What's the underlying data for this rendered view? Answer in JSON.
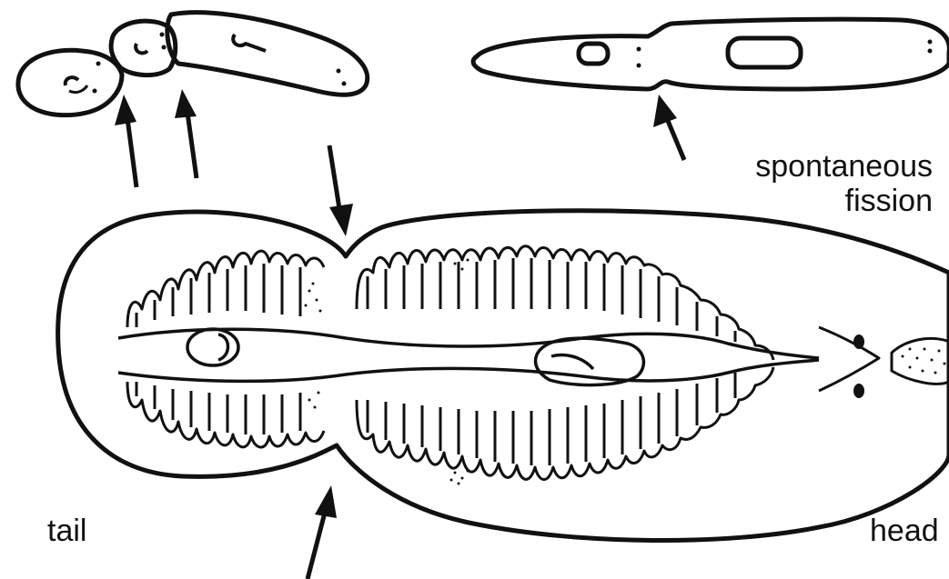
{
  "labels": {
    "spontaneous": "spontaneous",
    "fission": "fission",
    "tail": "tail",
    "head": "head"
  },
  "colors": {
    "ink": "#111111",
    "background": "#ffffff"
  }
}
